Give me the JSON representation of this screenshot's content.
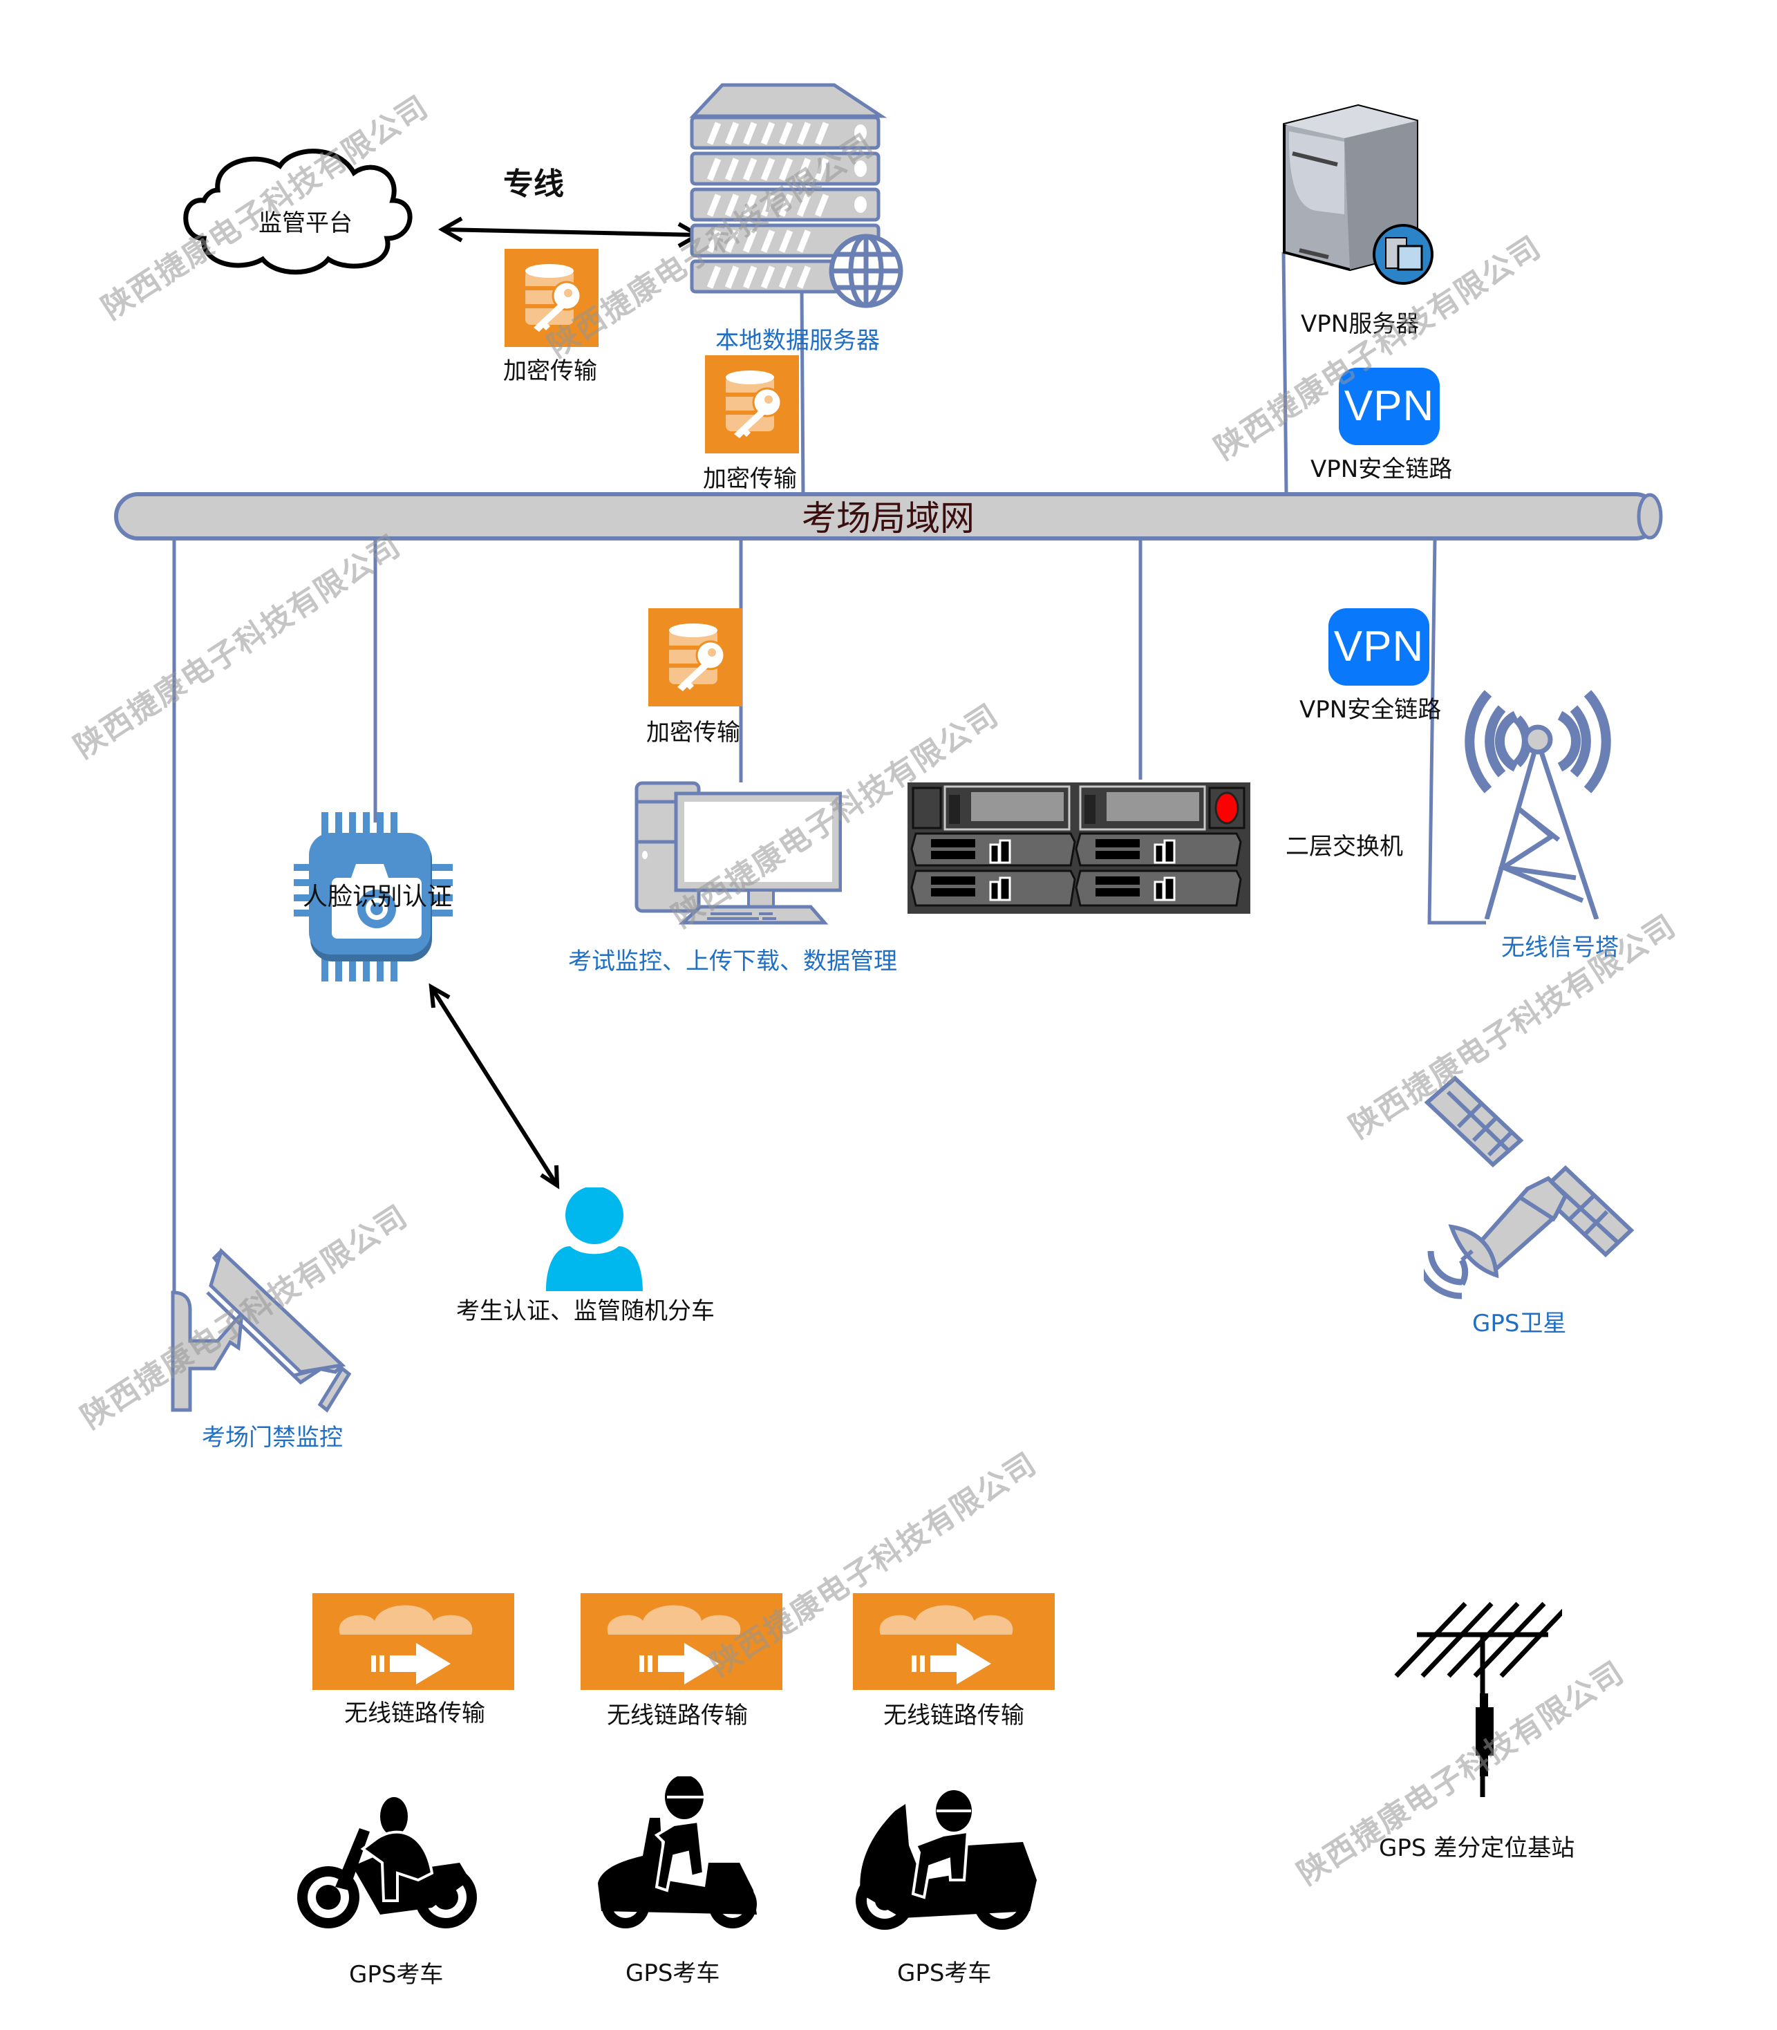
{
  "watermark": "陕西捷康电子科技有限公司",
  "lan": {
    "label": "考场局域网"
  },
  "supervision": {
    "label": "监管平台",
    "link_label": "专线"
  },
  "local_server": {
    "label": "本地数据服务器"
  },
  "encryption": [
    {
      "label": "加密传输"
    },
    {
      "label": "加密传输"
    },
    {
      "label": "加密传输"
    }
  ],
  "vpn_server": {
    "label": "VPN服务器"
  },
  "vpn_links": [
    {
      "badge": "VPN",
      "label": "VPN安全链路"
    },
    {
      "badge": "VPN",
      "label": "VPN安全链路"
    }
  ],
  "face_auth": {
    "label": "人脸识别认证"
  },
  "workstation": {
    "label": "考试监控、上传下载、数据管理"
  },
  "switch": {
    "label": "二层交换机"
  },
  "tower": {
    "label": "无线信号塔"
  },
  "student": {
    "label": "考生认证、监管随机分车"
  },
  "gate_camera": {
    "label": "考场门禁监控"
  },
  "satellite": {
    "label": "GPS卫星"
  },
  "wireless_links": [
    {
      "label": "无线链路传输"
    },
    {
      "label": "无线链路传输"
    },
    {
      "label": "无线链路传输"
    }
  ],
  "vehicles": [
    {
      "label": "GPS考车"
    },
    {
      "label": "GPS考车"
    },
    {
      "label": "GPS考车"
    }
  ],
  "base_station": {
    "label": "GPS 差分定位基站"
  },
  "colors": {
    "line_blue": "#6a80b5",
    "orange": "#ee8e22",
    "vpn_blue": "#0a78fa",
    "label_blue": "#1f6fc5",
    "person_cyan": "#00b8ee",
    "chip_blue": "#4f91cf"
  }
}
